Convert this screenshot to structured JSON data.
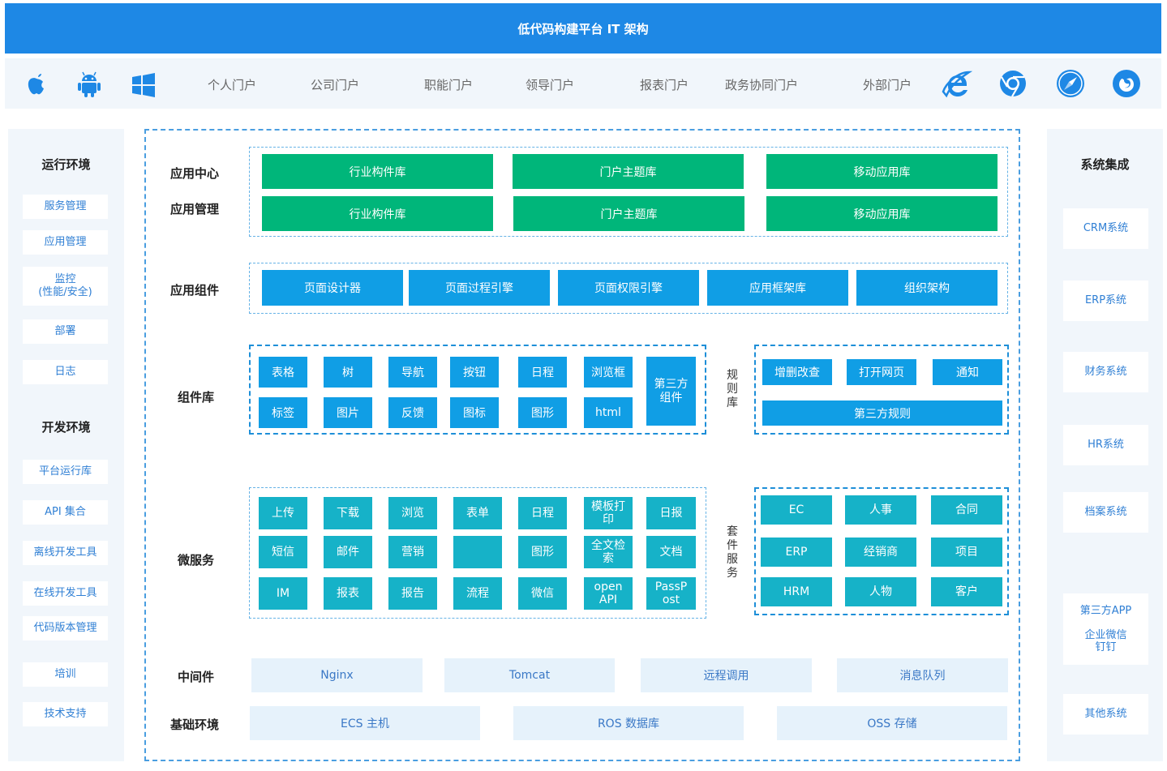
{
  "header": {
    "title": "低代码构建平台 IT 架构"
  },
  "nav": {
    "os_icons": [
      "apple-icon",
      "android-icon",
      "windows-icon"
    ],
    "portals": [
      "个人门户",
      "公司门户",
      "职能门户",
      "领导门户",
      "报表门户",
      "政务协同门户",
      "外部门户"
    ],
    "browser_icons": [
      "ie-icon",
      "chrome-icon",
      "safari-icon",
      "firefox-icon"
    ]
  },
  "left": {
    "runtime_title": "运行环境",
    "runtime_items": [
      "服务管理",
      "应用管理",
      "监控\n(性能/安全)",
      "部署",
      "日志"
    ],
    "dev_title": "开发环境",
    "dev_items": [
      "平台运行库",
      "API 集合",
      "离线开发工具",
      "在线开发工具",
      "代码版本管理",
      "培训",
      "技术支持"
    ]
  },
  "right": {
    "title": "系统集成",
    "items": [
      "CRM系统",
      "ERP系统",
      "财务系统",
      "HR系统",
      "档案系统",
      "第三方APP\n\n企业微信\n钉钉",
      "其他系统"
    ]
  },
  "main": {
    "app_center_label": "应用中心",
    "app_manage_label": "应用管理",
    "app_row1": [
      "行业构件库",
      "门户主题库",
      "移动应用库"
    ],
    "app_row2": [
      "行业构件库",
      "门户主题库",
      "移动应用库"
    ],
    "component_label": "应用组件",
    "components": [
      "页面设计器",
      "页面过程引擎",
      "页面权限引擎",
      "应用框架库",
      "组织架构"
    ],
    "library_label": "组件库",
    "library_row1": [
      "表格",
      "树",
      "导航",
      "按钮",
      "日程",
      "浏览框"
    ],
    "library_row2": [
      "标签",
      "图片",
      "反馈",
      "图标",
      "图形",
      "html"
    ],
    "library_third": "第三方\n组件",
    "rules_label": "规\n则\n库",
    "rules_row1": [
      "增删改查",
      "打开网页",
      "通知"
    ],
    "rules_third": "第三方规则",
    "micro_label": "微服务",
    "micro_rows": [
      [
        "上传",
        "下载",
        "浏览",
        "表单",
        "日程",
        "模板打\n印",
        "日报"
      ],
      [
        "短信",
        "邮件",
        "营销",
        "",
        "图形",
        "全文检\n索",
        "文档"
      ],
      [
        "IM",
        "报表",
        "报告",
        "流程",
        "微信",
        "open\nAPI",
        "PassP\nost"
      ]
    ],
    "suite_label": "套\n件\n服\n务",
    "suite_rows": [
      [
        "EC",
        "人事",
        "合同"
      ],
      [
        "ERP",
        "经销商",
        "项目"
      ],
      [
        "HRM",
        "人物",
        "客户"
      ]
    ],
    "middleware_label": "中间件",
    "middleware": [
      "Nginx",
      "Tomcat",
      "远程调用",
      "消息队列"
    ],
    "infra_label": "基础环境",
    "infra": [
      "ECS 主机",
      "ROS 数据库",
      "OSS 存储"
    ]
  },
  "colors": {
    "header": "#1e88e5",
    "green": "#00b67a",
    "blue": "#109ee5",
    "teal": "#16b2c8",
    "pale": "#e6f2fb"
  }
}
